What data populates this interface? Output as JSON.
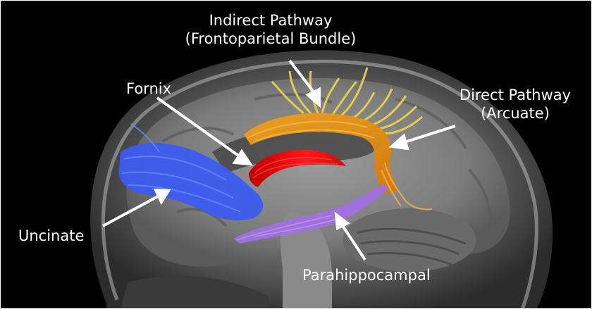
{
  "labels": {
    "indirect": {
      "line1": "Indirect Pathway",
      "line2": "(Frontoparietal Bundle)"
    },
    "fornix": "Fornix",
    "direct": {
      "line1": "Direct Pathway",
      "line2": "(Arcuate)"
    },
    "uncinate": "Uncinate",
    "parahippocampal": "Parahippocampal"
  },
  "colors": {
    "background": "#000000",
    "label_text": "#ffffff",
    "arrows": "#ffffff",
    "indirect_pathway_tract": "#e6d24a",
    "direct_pathway_tract": "#e8900f",
    "fornix_tract": "#e01010",
    "uncinate_tract": "#3a5cf0",
    "parahippocampal_tract": "#a070e0"
  }
}
